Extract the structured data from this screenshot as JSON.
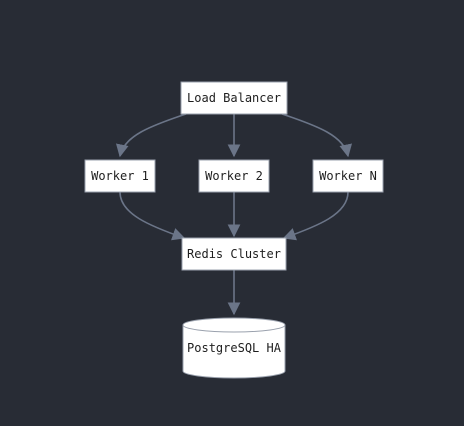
{
  "diagram": {
    "type": "flowchart",
    "direction": "top-down",
    "colors": {
      "background": "#282c35",
      "edge": "#6b7588",
      "node_fill": "#ffffff",
      "node_text": "#1e1e1e"
    },
    "nodes": [
      {
        "id": "lb",
        "label": "Load Balancer",
        "shape": "rectangle"
      },
      {
        "id": "w1",
        "label": "Worker 1",
        "shape": "rectangle"
      },
      {
        "id": "w2",
        "label": "Worker 2",
        "shape": "rectangle"
      },
      {
        "id": "wn",
        "label": "Worker N",
        "shape": "rectangle"
      },
      {
        "id": "redis",
        "label": "Redis Cluster",
        "shape": "rectangle"
      },
      {
        "id": "pg",
        "label": "PostgreSQL HA",
        "shape": "cylinder"
      }
    ],
    "edges": [
      {
        "from": "lb",
        "to": "w1"
      },
      {
        "from": "lb",
        "to": "w2"
      },
      {
        "from": "lb",
        "to": "wn"
      },
      {
        "from": "w1",
        "to": "redis"
      },
      {
        "from": "w2",
        "to": "redis"
      },
      {
        "from": "wn",
        "to": "redis"
      },
      {
        "from": "redis",
        "to": "pg"
      }
    ]
  }
}
